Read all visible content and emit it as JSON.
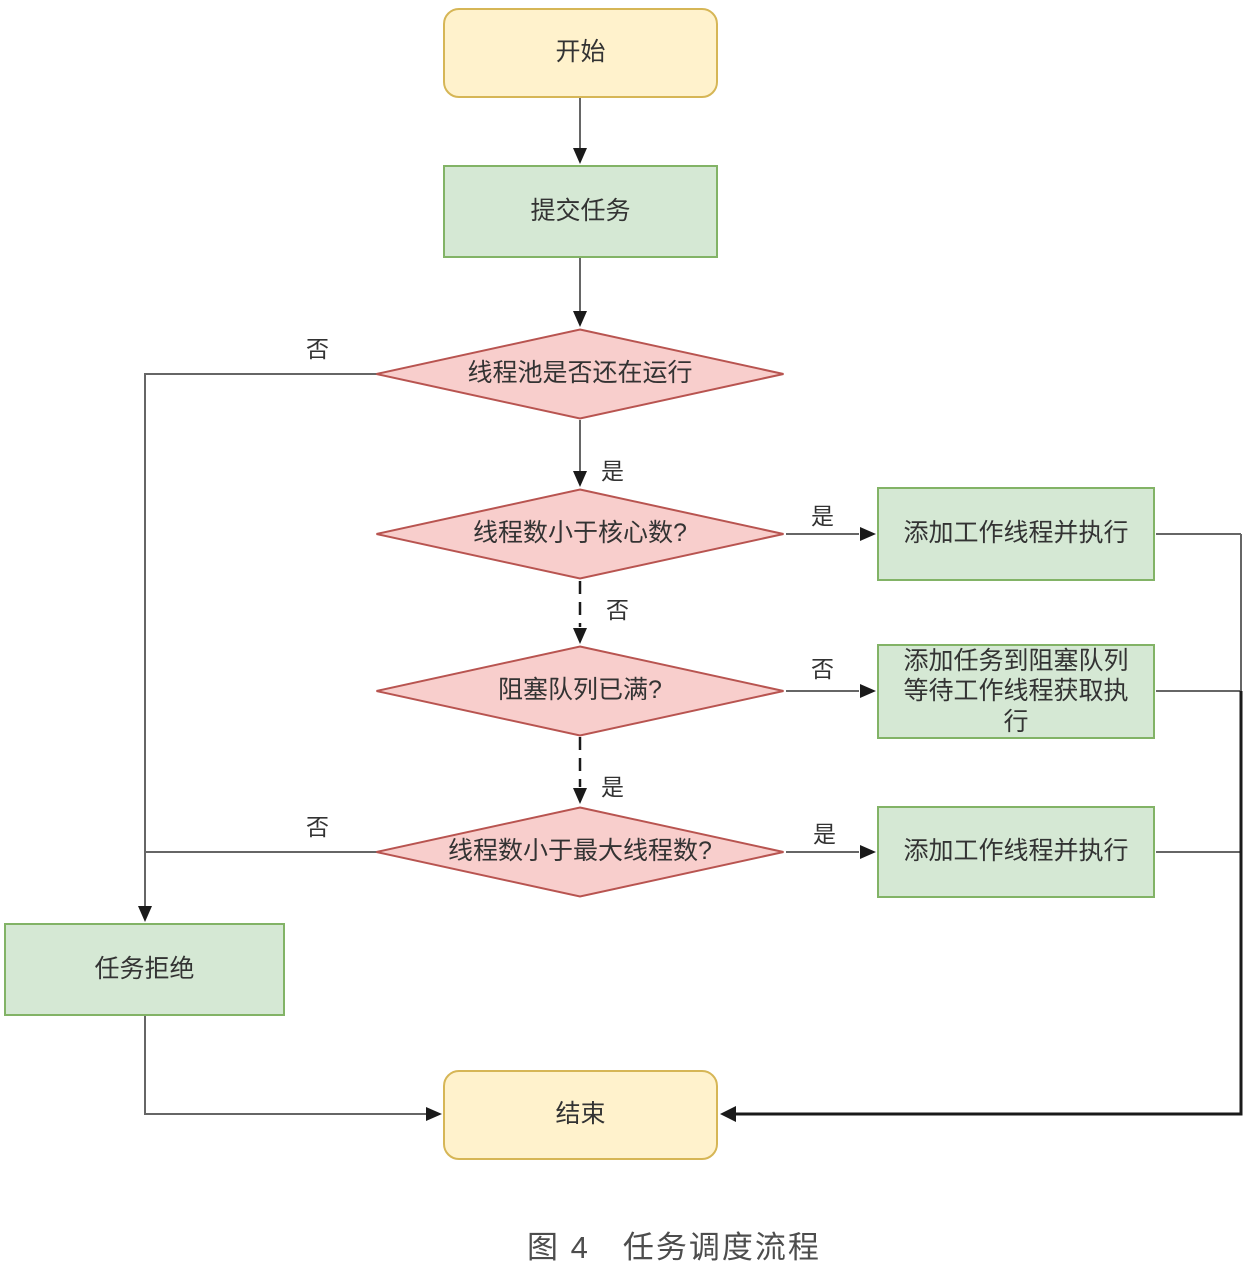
{
  "diagram": {
    "caption": "图 4　任务调度流程",
    "colors": {
      "terminal_fill": "#FFF2CC",
      "terminal_stroke": "#D6B656",
      "process_fill": "#D5E8D4",
      "process_stroke": "#82B366",
      "decision_fill": "#F8CECC",
      "decision_stroke": "#B85450",
      "line": "#666666",
      "rail_line": "#1A1A1A",
      "dashed_line": "#1A1A1A",
      "arrowhead": "#1A1A1A",
      "text": "#333333",
      "caption_text": "#4D4D4D"
    },
    "nodes": {
      "start": {
        "label": "开始",
        "type": "terminal"
      },
      "submit": {
        "label": "提交任务",
        "type": "process"
      },
      "pool_running": {
        "label": "线程池是否还在运行",
        "type": "decision"
      },
      "core_count": {
        "label": "线程数小于核心数?",
        "type": "decision"
      },
      "queue_full": {
        "label": "阻塞队列已满?",
        "type": "decision"
      },
      "max_threads": {
        "label": "线程数小于最大线程数?",
        "type": "decision"
      },
      "add_worker_top": {
        "label": "添加工作线程并执行",
        "type": "process"
      },
      "add_to_queue": {
        "label": "添加任务到阻塞队列等待工作线程获取执行",
        "type": "process"
      },
      "add_worker_bottom": {
        "label": "添加工作线程并执行",
        "type": "process"
      },
      "reject": {
        "label": "任务拒绝",
        "type": "process"
      },
      "end": {
        "label": "结束",
        "type": "terminal"
      }
    },
    "edge_labels": {
      "pool_no": "否",
      "pool_yes": "是",
      "core_yes": "是",
      "core_no": "否",
      "queue_no": "否",
      "queue_yes": "是",
      "max_yes": "是",
      "max_no": "否"
    }
  }
}
